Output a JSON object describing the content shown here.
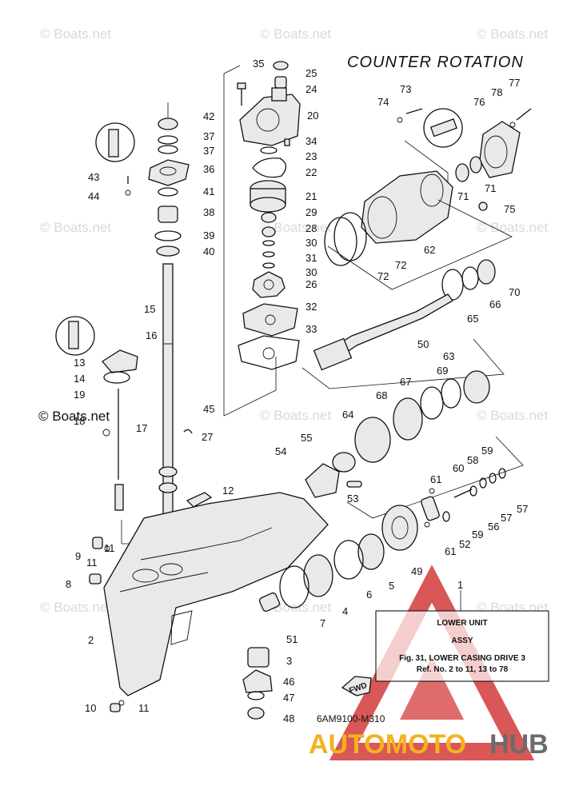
{
  "title": "COUNTER ROTATION",
  "watermark": "© Boats.net",
  "drawing_code": "6AM9100-M310",
  "info_box": {
    "part_no": "1",
    "line1": "LOWER UNIT",
    "line2": "ASSY",
    "line3": "Fig. 31, LOWER CASING DRIVE 3",
    "line4": "Ref. No. 2 to 11, 13 to 78"
  },
  "fwd_label": "FWD",
  "brand": {
    "part_a": "AUTOMOTO",
    "part_b": "HUB",
    "color_a": "#f5b11f",
    "color_b": "#6b6b6b"
  },
  "callouts": [
    "2",
    "3",
    "4",
    "5",
    "6",
    "7",
    "8",
    "9",
    "10",
    "11",
    "11",
    "11",
    "12",
    "13",
    "14",
    "15",
    "16",
    "17",
    "18",
    "19",
    "20",
    "21",
    "22",
    "23",
    "24",
    "25",
    "26",
    "27",
    "28",
    "29",
    "30",
    "30",
    "31",
    "32",
    "33",
    "34",
    "35",
    "36",
    "37",
    "37",
    "38",
    "39",
    "40",
    "41",
    "42",
    "43",
    "44",
    "45",
    "46",
    "47",
    "48",
    "49",
    "50",
    "51",
    "52",
    "53",
    "54",
    "55",
    "56",
    "57",
    "57",
    "58",
    "59",
    "59",
    "60",
    "61",
    "61",
    "62",
    "63",
    "64",
    "65",
    "66",
    "67",
    "68",
    "69",
    "70",
    "71",
    "71",
    "72",
    "72",
    "73",
    "74",
    "75",
    "76",
    "77",
    "78"
  ]
}
